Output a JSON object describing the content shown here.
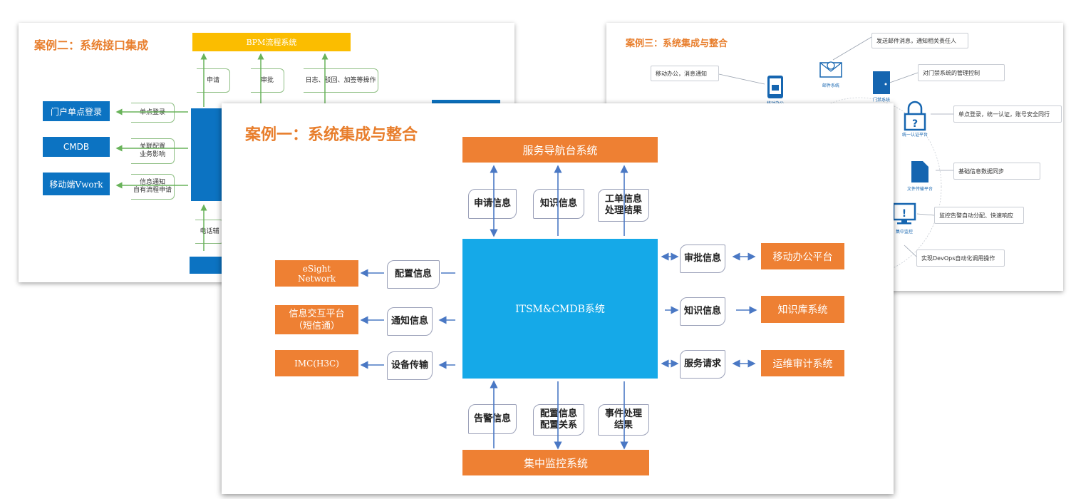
{
  "case2": {
    "title": "案例二：系统接口集成",
    "bpm": "BPM流程系统",
    "top_tabs": [
      "申请",
      "审批",
      "日志、驳回、加签等操作"
    ],
    "left_boxes": [
      "门户单点登录",
      "CMDB",
      "移动端Vwork"
    ],
    "left_tabs": [
      "单点登录",
      "关联配置\n业务影响",
      "信息通知\n自有流程申请"
    ],
    "bottom_tab": "电话辅"
  },
  "case3": {
    "title": "案例三：系统集成与整合",
    "notes": [
      "发送邮件消息，通知相关责任人",
      "移动办公，消息通知",
      "对门禁系统的管理控制",
      "单点登录，统一认证，账号安全同行",
      "基础信息数据同步",
      "监控告警自动分配、快速响应",
      "实现DevOps自动化调用操作"
    ],
    "icons": [
      "邮件系统",
      "移动办公",
      "门禁系统",
      "统一认证平台",
      "文件传输平台",
      "集中监控"
    ]
  },
  "case1": {
    "title": "案例一：系统集成与整合",
    "center": "ITSM&CMDB系统",
    "top_box": "服务导航台系统",
    "bottom_box": "集中监控系统",
    "left_boxes": [
      "eSight\nNetwork",
      "信息交互平台\n（短信通）",
      "IMC(H3C)"
    ],
    "right_boxes": [
      "移动办公平台",
      "知识库系统",
      "运维审计系统"
    ],
    "top_tabs": [
      "申请信息",
      "知识信息",
      "工单信息\n处理结果"
    ],
    "bottom_tabs": [
      "告警信息",
      "配置信息\n配置关系",
      "事件处理\n结果"
    ],
    "left_tabs": [
      "配置信息",
      "通知信息",
      "设备传输"
    ],
    "right_tabs": [
      "审批信息",
      "知识信息",
      "服务请求"
    ]
  },
  "colors": {
    "orange": "#ee8033",
    "blue": "#0c73c2",
    "cyan": "#15a9e8",
    "title": "#e87e2c"
  }
}
